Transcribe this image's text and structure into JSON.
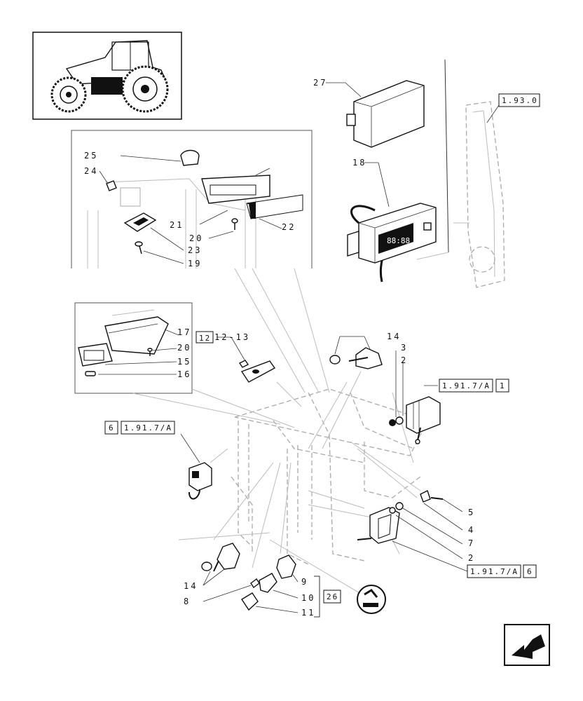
{
  "callouts": {
    "c27": "27",
    "c18": "18",
    "c25": "25",
    "c24": "24",
    "c21": "21",
    "c22": "22",
    "c20a": "20",
    "c23": "23",
    "c19": "19",
    "c17": "17",
    "c20b": "20",
    "c15": "15",
    "c16": "16",
    "c13": "12-13",
    "c14a": "14",
    "c3": "3",
    "c2a": "2",
    "c5": "5",
    "c4": "4",
    "c7": "7",
    "c2b": "2",
    "c14b": "14",
    "c8": "8",
    "c9": "9",
    "c10": "10",
    "c11": "11"
  },
  "references": {
    "r193": "1.93.0",
    "r1917a_1": "1.91.7/A",
    "r1917a_1_idx": "1",
    "r1917a_left": "1.91.7/A",
    "r1917a_left_idx": "6",
    "r1917a_bottom": "1.91.7/A",
    "r1917a_bottom_idx": "6",
    "r12": "12",
    "r26": "26"
  },
  "display": {
    "digits": "88:88"
  },
  "icons": {
    "tractor": "tractor-thumbnail-icon",
    "nav": "next-page-arrow-icon",
    "notice": "no-smoking-symbol-icon"
  }
}
